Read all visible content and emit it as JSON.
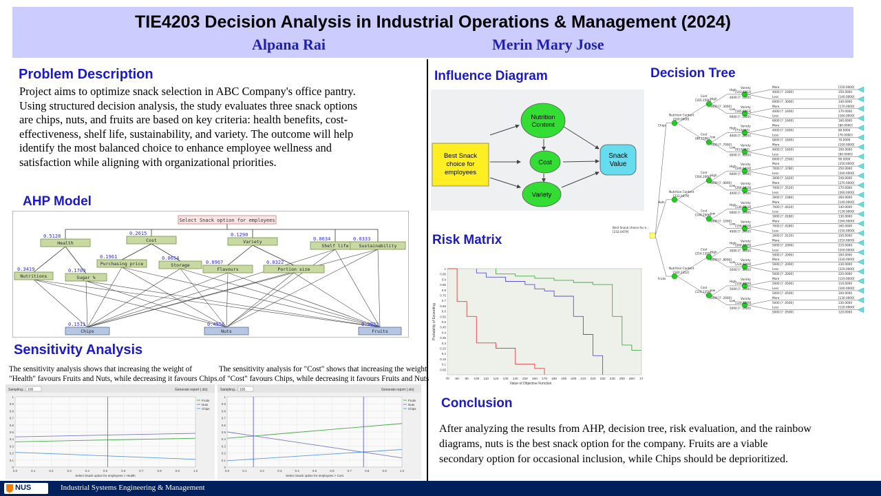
{
  "header": {
    "title": "TIE4203 Decision Analysis in Industrial Operations & Management (2024)",
    "authors": [
      "Alpana Rai",
      "Merin Mary Jose"
    ]
  },
  "problem": {
    "title": "Problem Description",
    "lines": [
      "Project aims to  optimize snack selection in ABC Company's office pantry.",
      "Using structured decision analysis, the study evaluates three snack options",
      "are chips, nuts, and fruits are based on key criteria:  health benefits, cost-",
      "effectiveness, shelf life,  sustainability,  and variety.  The outcome will help",
      "identify  the most balanced choice to enhance employee wellness  and",
      "satisfaction while aligning  with organizational  priorities."
    ]
  },
  "ahp": {
    "title": "AHP Model",
    "goal": "Select Snack option for employees",
    "criteria": [
      {
        "label": "Health",
        "weight": "0.5128"
      },
      {
        "label": "Cost",
        "weight": "0.2615"
      },
      {
        "label": "Variety",
        "weight": "0.1290"
      },
      {
        "label": "Shelf life",
        "weight": "0.0634"
      },
      {
        "label": "Sustainability",
        "weight": "0.0333"
      }
    ],
    "subcriteria": [
      {
        "label": "Nutritions",
        "weight": "0.3419"
      },
      {
        "label": "Sugar %",
        "weight": "0.1709"
      },
      {
        "label": "Purchasing price",
        "weight": "0.1961"
      },
      {
        "label": "Storage",
        "weight": "0.0654"
      },
      {
        "label": "Flavours",
        "weight": "0.0967"
      },
      {
        "label": "Portion size",
        "weight": "0.0322"
      }
    ],
    "alternatives": [
      {
        "label": "Chips",
        "weight": "0.1511"
      },
      {
        "label": "Nuts",
        "weight": "0.4556"
      },
      {
        "label": "Fruits",
        "weight": "0.3932"
      }
    ]
  },
  "sensitivity": {
    "title": "Sensitivity Analysis",
    "captions": [
      [
        "The sensitivity analysis shows that increasing the weight of",
        "\"Health\" favours Fruits and Nuts, while decreasing it favours Chips."
      ],
      [
        "The sensitivity analysis for \"Cost\" shows that increasing the weight",
        "of \"Cost\" favours Chips, while decreasing it favours Fruits and Nuts"
      ]
    ],
    "toolbar": {
      "sampling": "Sampling...",
      "sampling_value": "100",
      "report": "Generate report (.xls)"
    },
    "legend": [
      "Fruits",
      "Nuts",
      "Chips"
    ],
    "xticks": [
      "0.0",
      "0.1",
      "0.2",
      "0.3",
      "0.4",
      "0.5",
      "0.6",
      "0.7",
      "0.8",
      "0.9",
      "1.0"
    ],
    "yticks": [
      "0",
      "0.1",
      "0.2",
      "0.3",
      "0.4",
      "0.5",
      "0.6",
      "0.7",
      "0.8",
      "0.9",
      "1"
    ],
    "xlabels": [
      "Select Snack option for employees > Health",
      "Select Snack option for employees > Cost"
    ]
  },
  "influence": {
    "title": "Influence Diagram",
    "decision": [
      "Best Snack",
      "choice for",
      "employees"
    ],
    "chance": [
      [
        "Nutrition",
        "Content"
      ],
      [
        "Cost"
      ],
      [
        "Variety"
      ]
    ],
    "value": [
      "Snack",
      "Value"
    ],
    "colors": {
      "decision": "#ffee22",
      "chance": "#33dd33",
      "value": "#66ddee"
    }
  },
  "risk": {
    "title": "Risk Matrix",
    "ylabel": "Probability of Exceeding",
    "xlabel": "Value of Objective Function",
    "yticks": [
      "1",
      "0.95",
      "0.9",
      "0.85",
      "0.8",
      "0.75",
      "0.7",
      "0.65",
      "0.6",
      "0.55",
      "0.5",
      "0.45",
      "0.4",
      "0.35",
      "0.3",
      "0.25",
      "0.2",
      "0.15",
      "0.1",
      "0.05"
    ],
    "xticks": [
      "70",
      "80",
      "90",
      "100",
      "110",
      "120",
      "130",
      "140",
      "150",
      "160",
      "170",
      "180",
      "190",
      "200",
      "210",
      "220",
      "230",
      "240",
      "250",
      "260",
      "27"
    ]
  },
  "tree": {
    "title": "Decision Tree",
    "root_label": "Best Snack choice for e...",
    "root_value": "[232.0479]",
    "alternatives": [
      {
        "name": "Chips",
        "node": "Nutrition Content",
        "value": "[100.0000]",
        "branches": [
          {
            "name": "High",
            "prob": "3000  [? .3000]",
            "node": "Cost",
            "value": "[165.1596]",
            "sub": [
              {
                "name": "High",
                "prob": "4000  [? .1200]",
                "node": "Variety",
                "value": "[143.6363]",
                "leaves": [
                  [
                    "More",
                    "4000  [? .1000]",
                    "[150.0000]",
                    "150.0000"
                  ],
                  [
                    "Less",
                    "6000  [? .3000]",
                    "[140.0000]",
                    "140.0000"
                  ]
                ]
              },
              {
                "name": "Low",
                "prob": "6000  [? .1800]",
                "node": "Variety",
                "value": "[165.6363]",
                "leaves": [
                  [
                    "More",
                    "4000  [? .1600]",
                    "[170.0000]",
                    "170.0000"
                  ],
                  [
                    "Less",
                    "6000  [? .1600]",
                    "[160.0000]",
                    "160.0000"
                  ]
                ]
              }
            ]
          },
          {
            "name": "low",
            "prob": "7000  [? .7000]",
            "node": "Cost",
            "value": "[88.1596]",
            "sub": [
              {
                "name": "High",
                "prob": "4000  [? .2800]",
                "node": "Variety",
                "value": "[73.6363]",
                "leaves": [
                  [
                    "More",
                    "4000  [? .1600]",
                    "[80.0000]",
                    "80.0000"
                  ],
                  [
                    "Less",
                    "6000  [? .1600]",
                    "[70.0000]",
                    "70.0000"
                  ]
                ]
              },
              {
                "name": "Low",
                "prob": "6000  [? .4200]",
                "node": "Variety",
                "value": "[93.6363]",
                "leaves": [
                  [
                    "More",
                    "4000  [? .1600]",
                    "[100.0000]",
                    "100.0000"
                  ],
                  [
                    "Less",
                    "6000  [? .2500]",
                    "[90.0000]",
                    "90.0000"
                  ]
                ]
              }
            ]
          }
        ]
      },
      {
        "name": "Nuts",
        "node": "Nutrition Content",
        "value": "[232.0479]",
        "branches": [
          {
            "name": "High",
            "prob": "9000  [? .9000]",
            "node": "Cost",
            "value": "[264.2006]",
            "sub": [
              {
                "name": "High",
                "prob": "6000  [? .5400]",
                "node": "Variety",
                "value": "[246.6818]",
                "leaves": [
                  [
                    "More",
                    "7000  [? .3780]",
                    "[250.0000]",
                    "250.0000"
                  ],
                  [
                    "Less",
                    "3000  [? .1620]",
                    "[240.0000]",
                    "240.0000"
                  ]
                ]
              },
              {
                "name": "Low",
                "prob": "4000  [? .3600]",
                "node": "Variety",
                "value": "[266.6818]",
                "leaves": [
                  [
                    "More",
                    "7000  [? .2520]",
                    "[270.0000]",
                    "270.0000"
                  ],
                  [
                    "Less",
                    "3000  [? .1080]",
                    "[260.0000]",
                    "260.0000"
                  ]
                ]
              }
            ]
          },
          {
            "name": "low",
            "prob": "1000  [? .1000]",
            "node": "Cost",
            "value": "[144.2006]",
            "sub": [
              {
                "name": "High",
                "prob": "6000  [? .0600]",
                "node": "Variety",
                "value": "[136.6818]",
                "leaves": [
                  [
                    "More",
                    "7000  [? .0420]",
                    "[140.0000]",
                    "140.0000"
                  ],
                  [
                    "Less",
                    "3000  [? .0180]",
                    "[130.0000]",
                    "130.0000"
                  ]
                ]
              },
              {
                "name": "Low",
                "prob": "4000  [? .0400]",
                "node": "Variety",
                "value": "[156.6818]",
                "leaves": [
                  [
                    "More",
                    "7000  [? .0280]",
                    "[160.0000]",
                    "160.0000"
                  ],
                  [
                    "Less",
                    "3000  [? .0120]",
                    "[150.0000]",
                    "150.0000"
                  ]
                ]
              }
            ]
          }
        ]
      },
      {
        "name": "Fruits",
        "node": "Nutrition Content",
        "value": "[180.2352]",
        "branches": [
          {
            "name": "High",
            "prob": "8000  [? .8000]",
            "node": "Cost",
            "value": "[214.1359]",
            "sub": [
              {
                "name": "High",
                "prob": "5000  [? .4000]",
                "node": "Variety",
                "value": "[204.8269]",
                "leaves": [
                  [
                    "More",
                    "5000  [? .2000]",
                    "[210.0000]",
                    "210.0000"
                  ],
                  [
                    "Less",
                    "5000  [? .2000]",
                    "[200.0000]",
                    "200.0000"
                  ]
                ]
              },
              {
                "name": "Low",
                "prob": "5000  [? .4000]",
                "node": "Variety",
                "value": "[224.8269]",
                "leaves": [
                  [
                    "More",
                    "5000  [? .2000]",
                    "[230.0000]",
                    "230.0000"
                  ],
                  [
                    "Less",
                    "5000  [? .2000]",
                    "[220.0000]",
                    "220.0000"
                  ]
                ]
              }
            ]
          },
          {
            "name": "low",
            "prob": "2000  [? .2000]",
            "node": "Cost",
            "value": "[114.1359]",
            "sub": [
              {
                "name": "High",
                "prob": "5000  [? .1000]",
                "node": "Variety",
                "value": "[104.8269]",
                "leaves": [
                  [
                    "More",
                    "5000  [? .0500]",
                    "[110.0000]",
                    "110.0000"
                  ],
                  [
                    "Less",
                    "5000  [? .0500]",
                    "[100.0000]",
                    "100.0000"
                  ]
                ]
              },
              {
                "name": "Low",
                "prob": "5000  [? .1000]",
                "node": "Variety",
                "value": "[124.8269]",
                "leaves": [
                  [
                    "More",
                    "5000  [? .0500]",
                    "[130.0000]",
                    "130.0000"
                  ],
                  [
                    "Less",
                    "5000  [? .0500]",
                    "[120.0000]",
                    "120.0000"
                  ]
                ]
              }
            ]
          }
        ]
      }
    ]
  },
  "conclusion": {
    "title": "Conclusion",
    "lines": [
      "After analyzing  the results from AHP, decision tree, risk evaluation,  and the rainbow",
      "diagrams, nuts is the best snack option for the company. Fruits are a viable",
      "secondary option for occasional inclusion,  while  Chips should be deprioritized."
    ]
  },
  "footer": {
    "logo": "NUS",
    "text": "Industrial Systems Engineering & Management"
  },
  "chart_data": [
    {
      "type": "line",
      "xlabel": "Select Snack option for employees > Health",
      "ylabel": "",
      "x": [
        0.0,
        1.0
      ],
      "xlim": [
        0,
        1
      ],
      "ylim": [
        0,
        1
      ],
      "current_x": 0.5128,
      "series": [
        {
          "name": "Fruits",
          "color": "#44aa44",
          "values": [
            0.36,
            0.41
          ]
        },
        {
          "name": "Nuts",
          "color": "#7777cc",
          "values": [
            0.43,
            0.48
          ]
        },
        {
          "name": "Chips",
          "color": "#5599dd",
          "values": [
            0.21,
            0.11
          ]
        }
      ]
    },
    {
      "type": "line",
      "xlabel": "Select Snack option for employees > Cost",
      "ylabel": "",
      "x": [
        0.0,
        1.0
      ],
      "xlim": [
        0,
        1
      ],
      "ylim": [
        0,
        1
      ],
      "current_x": 0.15,
      "marker_x": 0.78,
      "series": [
        {
          "name": "Fruits",
          "color": "#44aa44",
          "values": [
            0.41,
            0.62
          ]
        },
        {
          "name": "Nuts",
          "color": "#7777cc",
          "values": [
            0.5,
            0.13
          ]
        },
        {
          "name": "Chips",
          "color": "#5599dd",
          "values": [
            0.09,
            0.25
          ]
        }
      ]
    },
    {
      "type": "line",
      "title": "",
      "xlabel": "Value of Objective Function",
      "ylabel": "Probability of Exceeding",
      "xlim": [
        70,
        270
      ],
      "ylim": [
        0,
        1
      ],
      "series": [
        {
          "name": "",
          "color": "#dd4444",
          "points": [
            [
              70,
              1
            ],
            [
              80,
              1
            ],
            [
              80,
              0.69
            ],
            [
              90,
              0.69
            ],
            [
              90,
              0.55
            ],
            [
              100,
              0.55
            ],
            [
              100,
              0.3
            ],
            [
              120,
              0.3
            ],
            [
              120,
              0.25
            ],
            [
              140,
              0.25
            ],
            [
              140,
              0.1
            ],
            [
              160,
              0.1
            ],
            [
              160,
              0.06
            ],
            [
              170,
              0.06
            ],
            [
              170,
              0
            ]
          ]
        },
        {
          "name": "",
          "color": "#5555cc",
          "points": [
            [
              100,
              1
            ],
            [
              100,
              0.96
            ],
            [
              110,
              0.96
            ],
            [
              110,
              0.92
            ],
            [
              130,
              0.92
            ],
            [
              130,
              0.88
            ],
            [
              150,
              0.88
            ],
            [
              150,
              0.85
            ],
            [
              160,
              0.85
            ],
            [
              160,
              0.81
            ],
            [
              170,
              0.81
            ],
            [
              170,
              0.79
            ],
            [
              180,
              0.79
            ],
            [
              180,
              0.74
            ],
            [
              200,
              0.74
            ],
            [
              200,
              0.55
            ],
            [
              210,
              0.55
            ],
            [
              210,
              0.38
            ],
            [
              220,
              0.38
            ],
            [
              220,
              0.18
            ],
            [
              230,
              0.18
            ],
            [
              230,
              0
            ]
          ]
        },
        {
          "name": "",
          "color": "#44aa44",
          "points": [
            [
              120,
              1
            ],
            [
              120,
              0.95
            ],
            [
              140,
              0.95
            ],
            [
              140,
              0.93
            ],
            [
              160,
              0.93
            ],
            [
              160,
              0.91
            ],
            [
              180,
              0.91
            ],
            [
              180,
              0.89
            ],
            [
              200,
              0.89
            ],
            [
              200,
              0.87
            ],
            [
              220,
              0.87
            ],
            [
              220,
              0.85
            ],
            [
              240,
              0.85
            ],
            [
              240,
              0.55
            ],
            [
              250,
              0.55
            ],
            [
              250,
              0.28
            ],
            [
              260,
              0.28
            ],
            [
              260,
              0.23
            ],
            [
              270,
              0.23
            ]
          ]
        }
      ]
    }
  ]
}
